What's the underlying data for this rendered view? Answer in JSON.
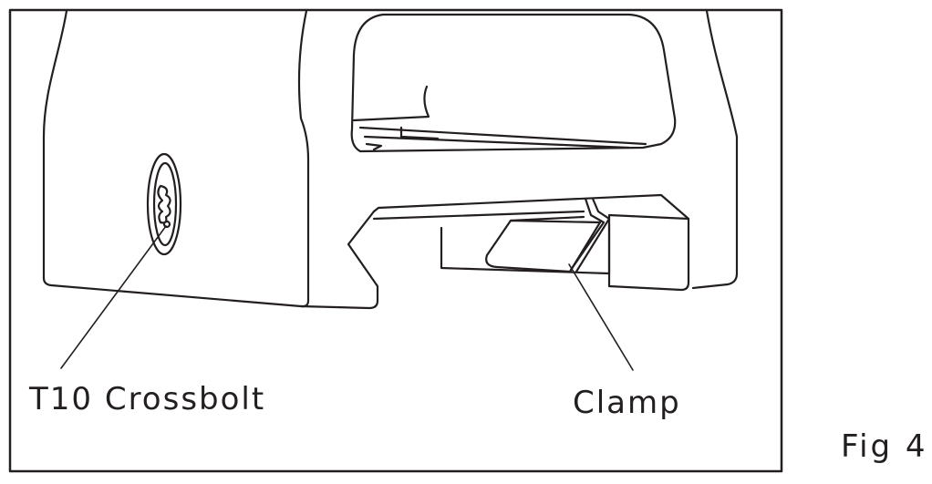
{
  "labels": {
    "crossbolt": "T10 Crossbolt",
    "clamp": "Clamp",
    "figure": "Fig 4"
  },
  "colors": {
    "line": "#231f20",
    "background": "#ffffff"
  }
}
